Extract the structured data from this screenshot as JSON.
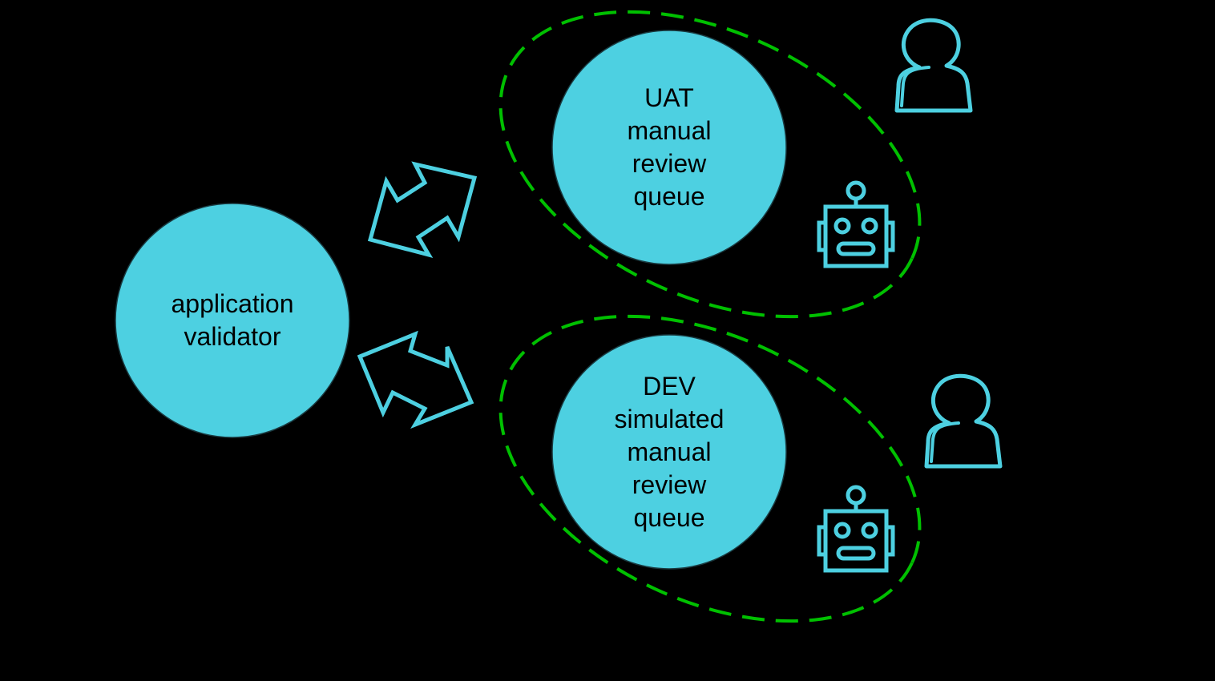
{
  "colors": {
    "background": "#000000",
    "node_fill": "#4dd0e1",
    "icon_stroke": "#4dd0e1",
    "group_outline": "#00c000",
    "text": "#000000"
  },
  "nodes": {
    "validator": {
      "lines": [
        "application",
        "validator"
      ]
    },
    "uat_queue": {
      "lines": [
        "UAT",
        "manual",
        "review",
        "queue"
      ]
    },
    "dev_queue": {
      "lines": [
        "DEV",
        "simulated",
        "manual",
        "review",
        "queue"
      ]
    }
  },
  "icons": {
    "uat_human": "person-icon",
    "uat_robot": "robot-icon",
    "dev_human": "person-icon",
    "dev_robot": "robot-icon",
    "link_uat": "double-arrow-icon",
    "link_dev": "double-arrow-icon"
  }
}
